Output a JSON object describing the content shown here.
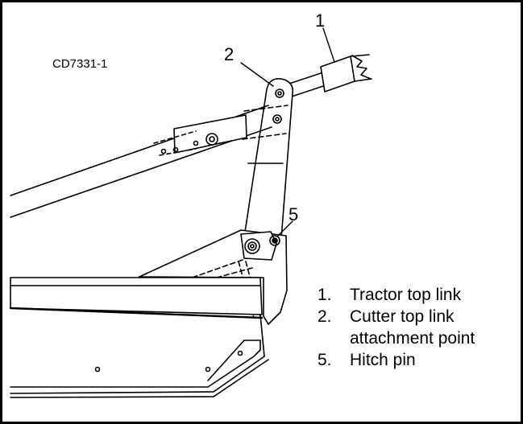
{
  "figure_id": "CD7331-1",
  "callouts": {
    "c1": "1",
    "c2": "2",
    "c5": "5"
  },
  "legend": [
    {
      "num": "1.",
      "text": "Tractor top link"
    },
    {
      "num": "2.",
      "text": "Cutter top link attachment point"
    },
    {
      "num": "5.",
      "text": "Hitch pin"
    }
  ],
  "colors": {
    "line": "#000000",
    "background": "#ffffff"
  }
}
